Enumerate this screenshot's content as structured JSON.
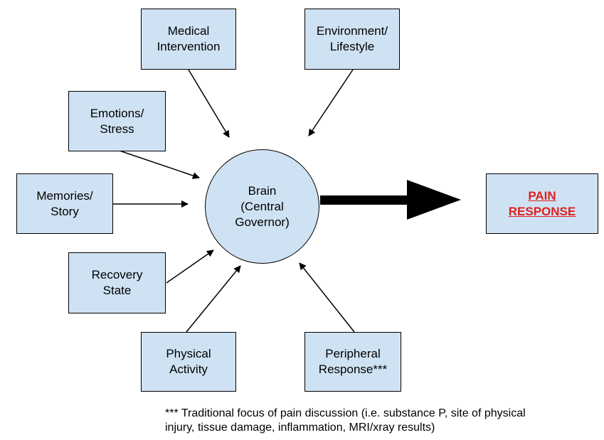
{
  "inputs": [
    {
      "id": "medical",
      "lines": [
        "Medical",
        "Intervention"
      ]
    },
    {
      "id": "environment",
      "lines": [
        "Environment/",
        "Lifestyle"
      ]
    },
    {
      "id": "emotions",
      "lines": [
        "Emotions/",
        "Stress"
      ]
    },
    {
      "id": "memories",
      "lines": [
        "Memories/",
        "Story"
      ]
    },
    {
      "id": "recovery",
      "lines": [
        "Recovery",
        "State"
      ]
    },
    {
      "id": "physical",
      "lines": [
        "Physical",
        "Activity"
      ]
    },
    {
      "id": "peripheral",
      "lines": [
        "Peripheral",
        "Response***"
      ]
    }
  ],
  "center": {
    "lines": [
      "Brain",
      "(Central",
      "Governor)"
    ]
  },
  "output": {
    "lines": [
      "PAIN",
      "RESPONSE"
    ],
    "color": "#e02020"
  },
  "footnote": {
    "lines": [
      "*** Traditional focus of pain discussion (i.e. substance P, site of physical",
      "injury, tissue damage, inflammation, MRI/xray results)"
    ]
  },
  "colors": {
    "box_fill": "#cfe2f3",
    "stroke": "#000000"
  }
}
